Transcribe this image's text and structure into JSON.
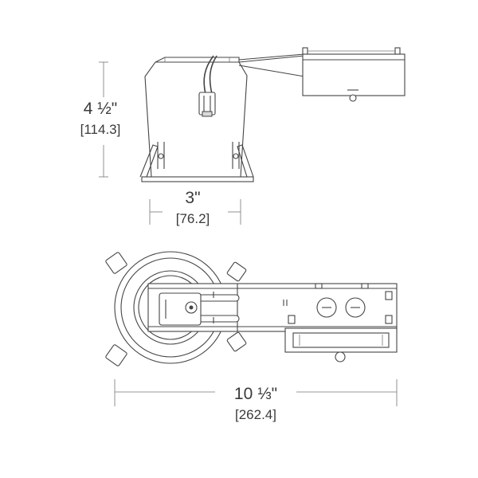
{
  "dimensions": {
    "height": {
      "imperial": "4 ½\"",
      "metric": "[114.3]"
    },
    "width": {
      "imperial": "3\"",
      "metric": "[76.2]"
    },
    "length": {
      "imperial": "10 ⅓\"",
      "metric": "[262.4]"
    }
  },
  "colors": {
    "line": "#444444",
    "text": "#3a3a3a",
    "background": "#ffffff"
  }
}
